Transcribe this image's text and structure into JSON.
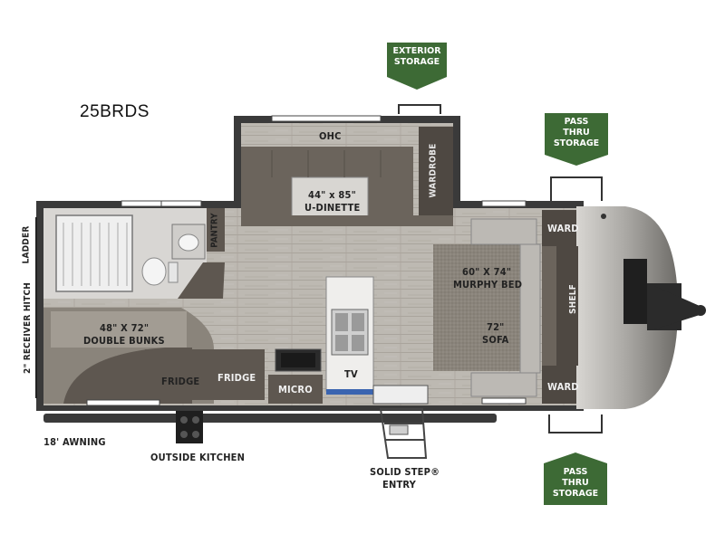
{
  "model": "25BRDS",
  "colors": {
    "storage_green": "#3d6a35",
    "wall": "#3a3a3a",
    "floor": "#b9b5ae",
    "cabinet": "#5e5750",
    "bed": "#7b746b",
    "cap": "#8c8a86"
  },
  "callouts": {
    "exterior_storage": [
      "EXTERIOR",
      "STORAGE"
    ],
    "pass_thru_top": [
      "PASS",
      "THRU",
      "STORAGE"
    ],
    "pass_thru_bottom": [
      "PASS",
      "THRU",
      "STORAGE"
    ]
  },
  "labels": {
    "ohc": "OHC",
    "wardrobe": "WARDROBE",
    "dinette_size": "44\" x 85\"",
    "dinette": "U-DINETTE",
    "pantry": "PANTRY",
    "ladder": "LADDER",
    "receiver_hitch": "2\" RECEIVER HITCH",
    "bunks_size": "48\" X 72\"",
    "bunks": "DOUBLE BUNKS",
    "fridge_left": "FRIDGE",
    "fridge_main": "FRIDGE",
    "micro": "MICRO",
    "tv": "TV",
    "murphy_size": "60\" X 74\"",
    "murphy": "MURPHY BED",
    "sofa_size": "72\"",
    "sofa": "SOFA",
    "ward_top": "WARD",
    "ward_bottom": "WARD",
    "shelf": "SHELF",
    "awning": "18' AWNING",
    "outside_kitchen": "OUTSIDE KITCHEN",
    "solid_step": "SOLID STEP®",
    "entry": "ENTRY"
  }
}
